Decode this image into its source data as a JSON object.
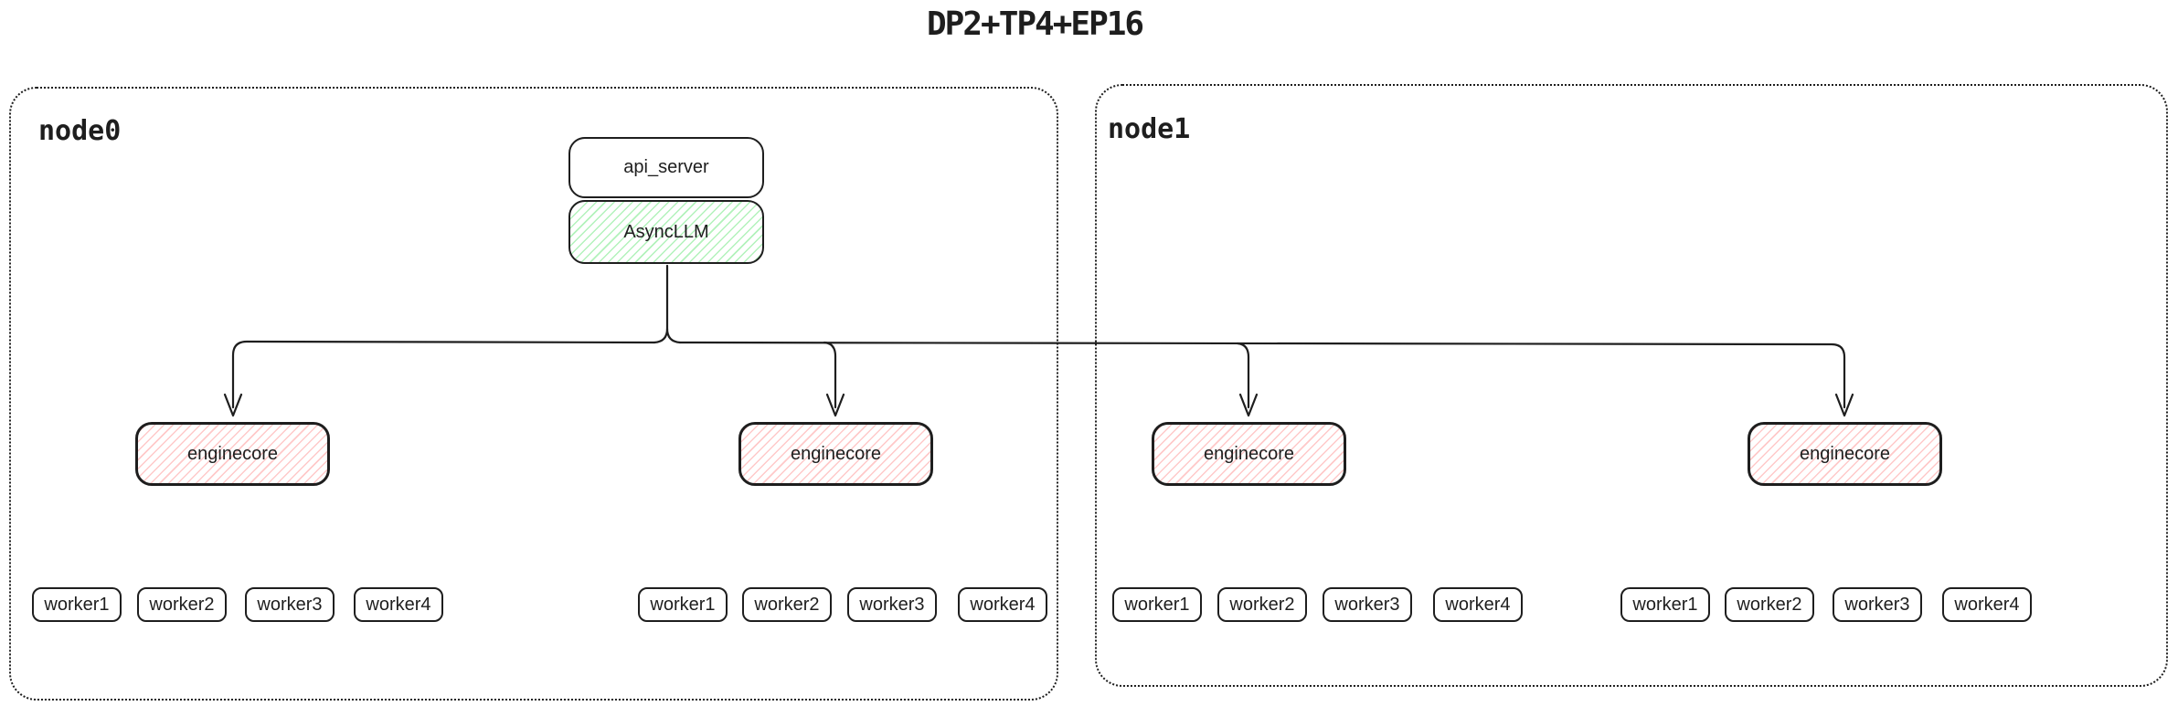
{
  "title": "DP2+TP4+EP16",
  "colors": {
    "stroke": "#1e1e1e",
    "async_llm_hatch": "#b2f2bb",
    "enginecore_hatch": "#ffc9c9",
    "background": "#ffffff"
  },
  "nodes": [
    {
      "label": "node0",
      "api_server": {
        "label": "api_server"
      },
      "async_llm": {
        "label": "AsyncLLM"
      },
      "engine_groups": [
        {
          "enginecore": {
            "label": "enginecore"
          },
          "workers": [
            "worker1",
            "worker2",
            "worker3",
            "worker4"
          ]
        },
        {
          "enginecore": {
            "label": "enginecore"
          },
          "workers": [
            "worker1",
            "worker2",
            "worker3",
            "worker4"
          ]
        }
      ]
    },
    {
      "label": "node1",
      "engine_groups": [
        {
          "enginecore": {
            "label": "enginecore"
          },
          "workers": [
            "worker1",
            "worker2",
            "worker3",
            "worker4"
          ]
        },
        {
          "enginecore": {
            "label": "enginecore"
          },
          "workers": [
            "worker1",
            "worker2",
            "worker3",
            "worker4"
          ]
        }
      ]
    }
  ]
}
